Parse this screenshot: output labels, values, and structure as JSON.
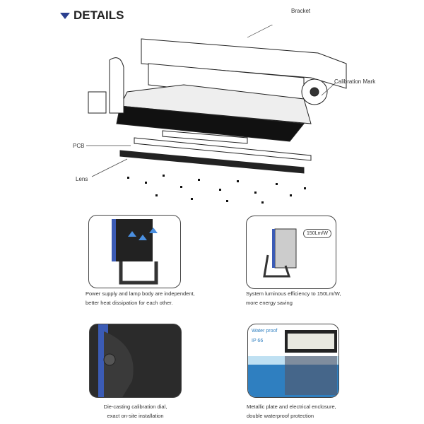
{
  "header": {
    "title": "DETAILS"
  },
  "diagram": {
    "labels": {
      "bracket": "Bracket",
      "calibration": "Calibration Mark",
      "pcb": "PCB",
      "lens": "Lens"
    }
  },
  "features": [
    {
      "caption_line1": "Power supply and lamp body are independent,",
      "caption_line2": "better heat dissipation for each other."
    },
    {
      "badge": "150Lm/W",
      "caption_line1": "System luminous efficiency to 150Lm/W,",
      "caption_line2": "more energy saving"
    },
    {
      "caption_line1": "Die-casting calibration dial,",
      "caption_line2": "exact on-site installation"
    },
    {
      "overlay_line1": "Water proof",
      "overlay_line2": "IP 66",
      "caption_line1": "Metallic plate and electrical enclosure,",
      "caption_line2": "double waterproof protection"
    }
  ],
  "colors": {
    "accent": "#2a3f8f",
    "blue": "#3b5bb5",
    "water": "#2f7fc0"
  }
}
